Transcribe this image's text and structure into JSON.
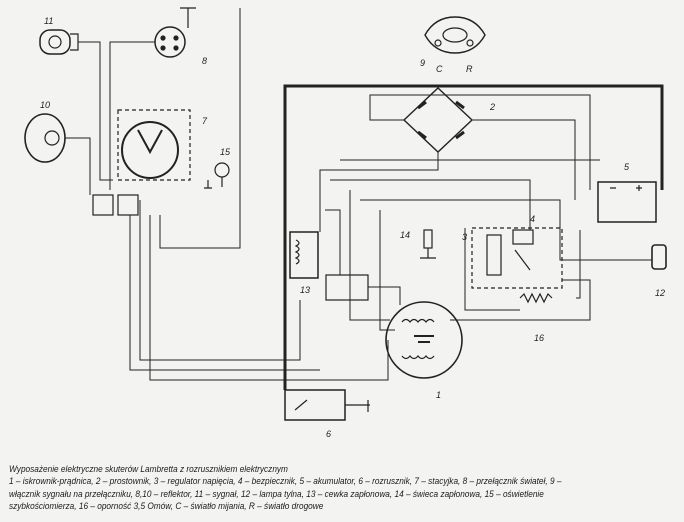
{
  "labels": {
    "l1": "1",
    "l2": "2",
    "l3": "3",
    "l4": "4",
    "l5": "5",
    "l6": "6",
    "l7": "7",
    "l8": "8",
    "l9": "9",
    "l10": "10",
    "l11": "11",
    "l12": "12",
    "l13": "13",
    "l14": "14",
    "l15": "15",
    "l16": "16",
    "C": "C",
    "R": "R"
  },
  "caption": {
    "title": "Wyposażenie elektryczne skuterów Lambretta z rozrusznikiem elektrycznym",
    "line1": "1 – iskrownik-prądnica, 2 – prostownik, 3 – regulator napięcia, 4 – bezpiecznik, 5 – akumulator, 6 – rozrusznik, 7 – stacyjka, 8 – przełącznik świateł, 9 –",
    "line2": "włącznik sygnału na przełączniku, 8,10 – reflektor, 11 – sygnał, 12 – lampa tylna, 13 – cewka zapłonowa, 14 – świeca zapłonowa, 15 – oświetlenie",
    "line3": "szybkościomierza, 16 – oporność 3,5 Omów, C – światło mijania, R – światło drogowe"
  }
}
